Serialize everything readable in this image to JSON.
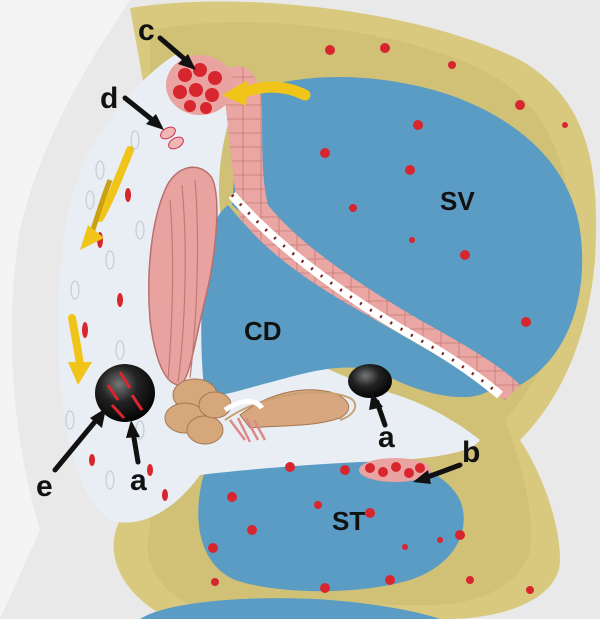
{
  "labels": {
    "sv": "SV",
    "cd": "CD",
    "st": "ST",
    "a_left": "a",
    "a_right": "a",
    "b": "b",
    "c": "c",
    "d": "d",
    "e": "e"
  },
  "colors": {
    "fluid_blue": "#5b9cc4",
    "bone_tan": "#d9c97e",
    "bone_dark": "#bfa961",
    "tissue_light": "#e9eef4",
    "epithelium_pink": "#e8a3a0",
    "cell_red": "#d8262f",
    "flow_arrow_yellow": "#f0c419",
    "precipitate_black": "#1a1a1a"
  }
}
